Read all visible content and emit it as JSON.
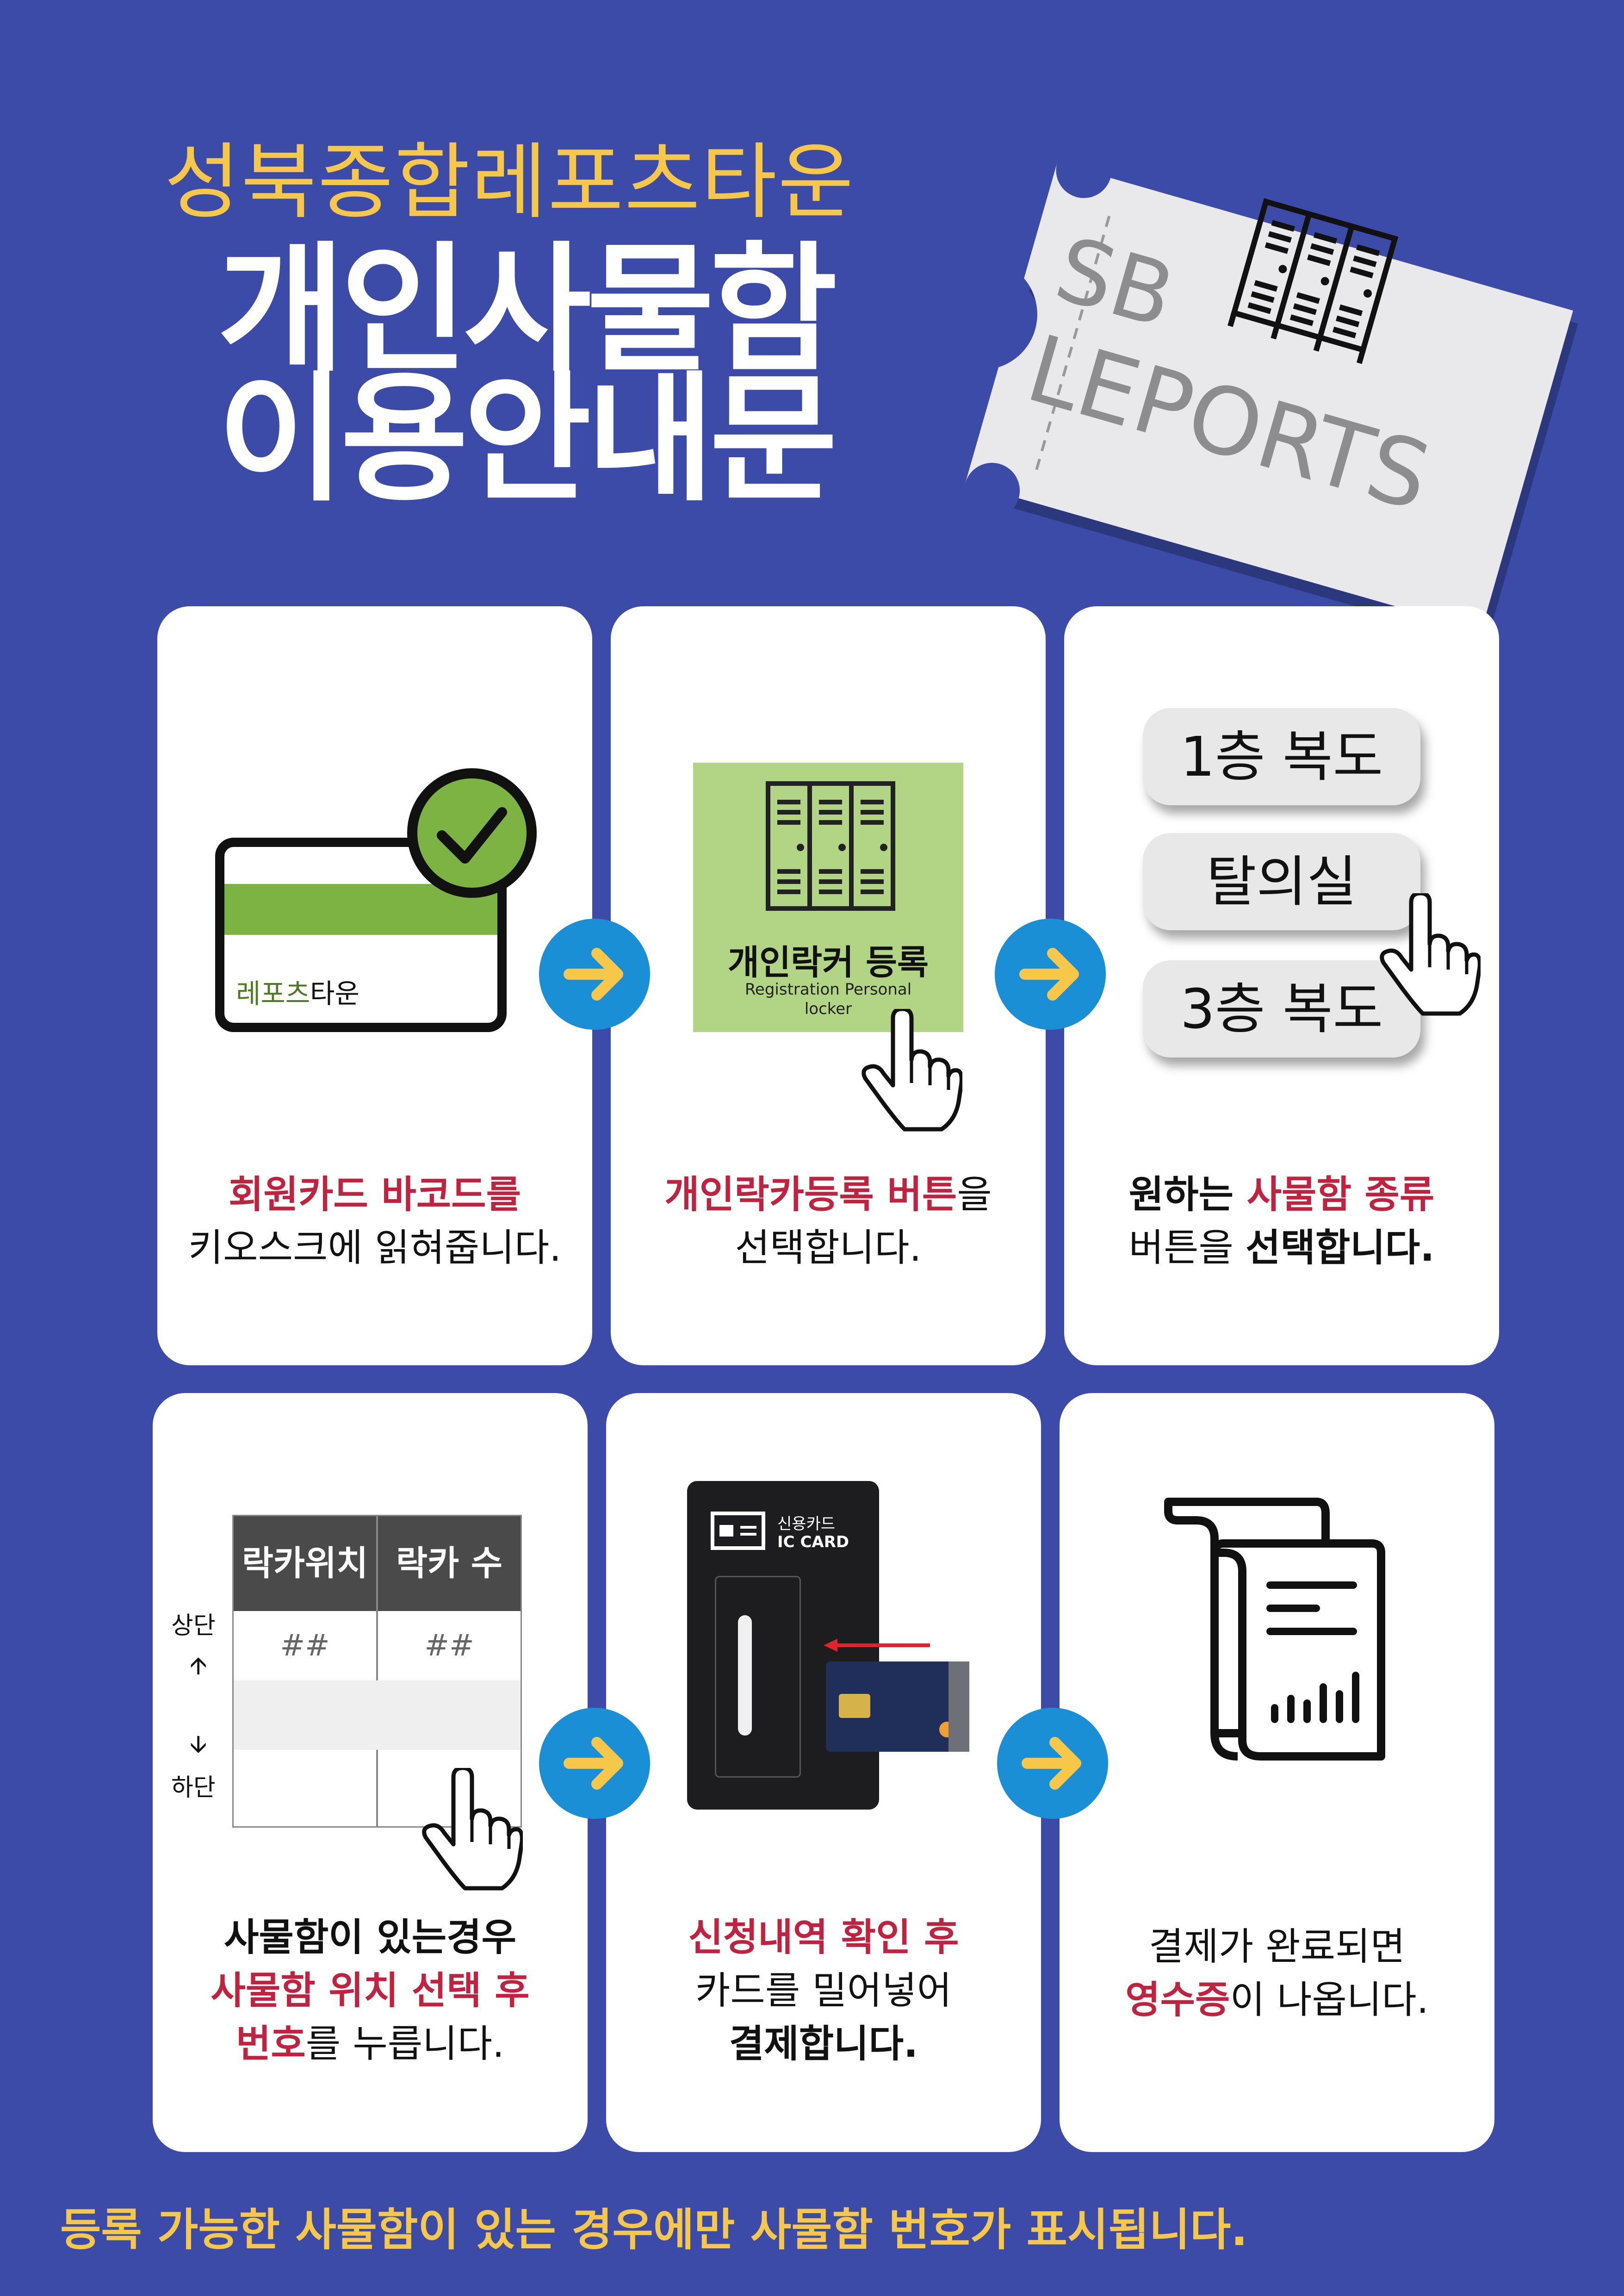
{
  "header": {
    "subtitle": "성북종합레포츠타운",
    "title_line1": "개인사물함",
    "title_line2": "이용안내문"
  },
  "ticket": {
    "text_sb": "SB",
    "text_leports": "LEPORTS"
  },
  "steps": [
    {
      "card_label": "레포츠타운",
      "card_label_green": "레포츠",
      "card_label_rest": "타운",
      "caption_line1": "회원카드 바코드를",
      "caption_line2": "키오스크에 읽혀줍니다."
    },
    {
      "button_title": "개인락커 등록",
      "button_sub1": "Registration Personal",
      "button_sub2": "locker",
      "caption_red": "개인락카등록 버튼",
      "caption_line1_rest": "을",
      "caption_line2": "선택합니다."
    },
    {
      "options": [
        "1층 복도",
        "탈의실",
        "3층 복도"
      ],
      "caption_bold": "원하는 ",
      "caption_red": "사물함 종류",
      "caption_line2_a": "버튼을 ",
      "caption_line2_b": "선택합니다."
    },
    {
      "table_headers": [
        "락카위치",
        "락카 수"
      ],
      "table_row1": [
        "##",
        "##"
      ],
      "label_top": "상단",
      "label_bottom": "하단",
      "caption_line1": "사물함이 있는경우",
      "caption_line2": "사물함 위치 선택 후",
      "caption_red3": "번호",
      "caption_line3_rest": "를 누릅니다."
    },
    {
      "terminal_label1": "신용카드",
      "terminal_label2": "IC CARD",
      "caption_line1": "신청내역 확인 후",
      "caption_line2": "카드를 밀어넣어",
      "caption_line3": "결제합니다."
    },
    {
      "caption_line1": "결제가 완료되면",
      "caption_red": "영수증",
      "caption_line2_rest": "이 나옵니다."
    }
  ],
  "footer": {
    "notice": "등록 가능한 사물함이 있는 경우에만 사물함 번호가 표시됩니다."
  },
  "colors": {
    "background": "#3b4ba7",
    "accent_yellow": "#f6c748",
    "highlight_red": "#c0223f",
    "arrow_blue": "#1b8fd6",
    "green": "#7db343"
  }
}
